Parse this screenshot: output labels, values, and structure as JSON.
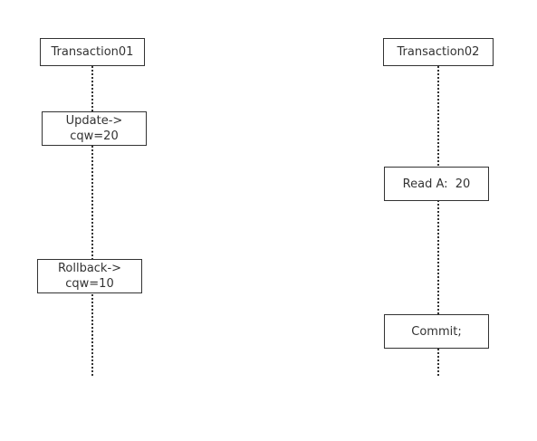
{
  "colors": {
    "stroke": "#333333",
    "text": "#333333",
    "background": "#ffffff"
  },
  "lifelines": [
    {
      "header": "Transaction01",
      "events": [
        "Update->\ncqw=20",
        "Rollback->\ncqw=10"
      ]
    },
    {
      "header": "Transaction02",
      "events": [
        "Read A:  20",
        "Commit;"
      ]
    }
  ]
}
